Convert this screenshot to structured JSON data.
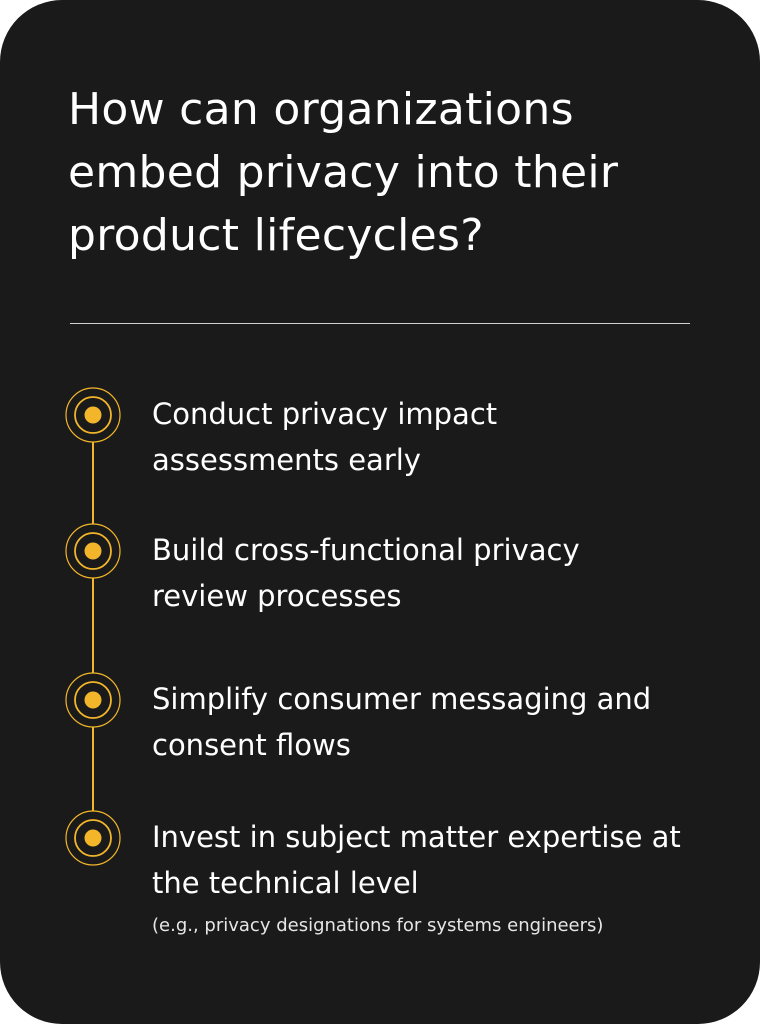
{
  "title": "How can organizations embed privacy into their product lifecycles?",
  "accent": "#f3b62a",
  "items": [
    {
      "label": "Conduct privacy impact assessments early"
    },
    {
      "label": "Build cross-functional privacy review processes"
    },
    {
      "label": "Simplify consumer messaging and consent flows"
    },
    {
      "label": "Invest in subject matter expertise at the technical level",
      "note": "(e.g., privacy designations for systems engineers)"
    }
  ]
}
